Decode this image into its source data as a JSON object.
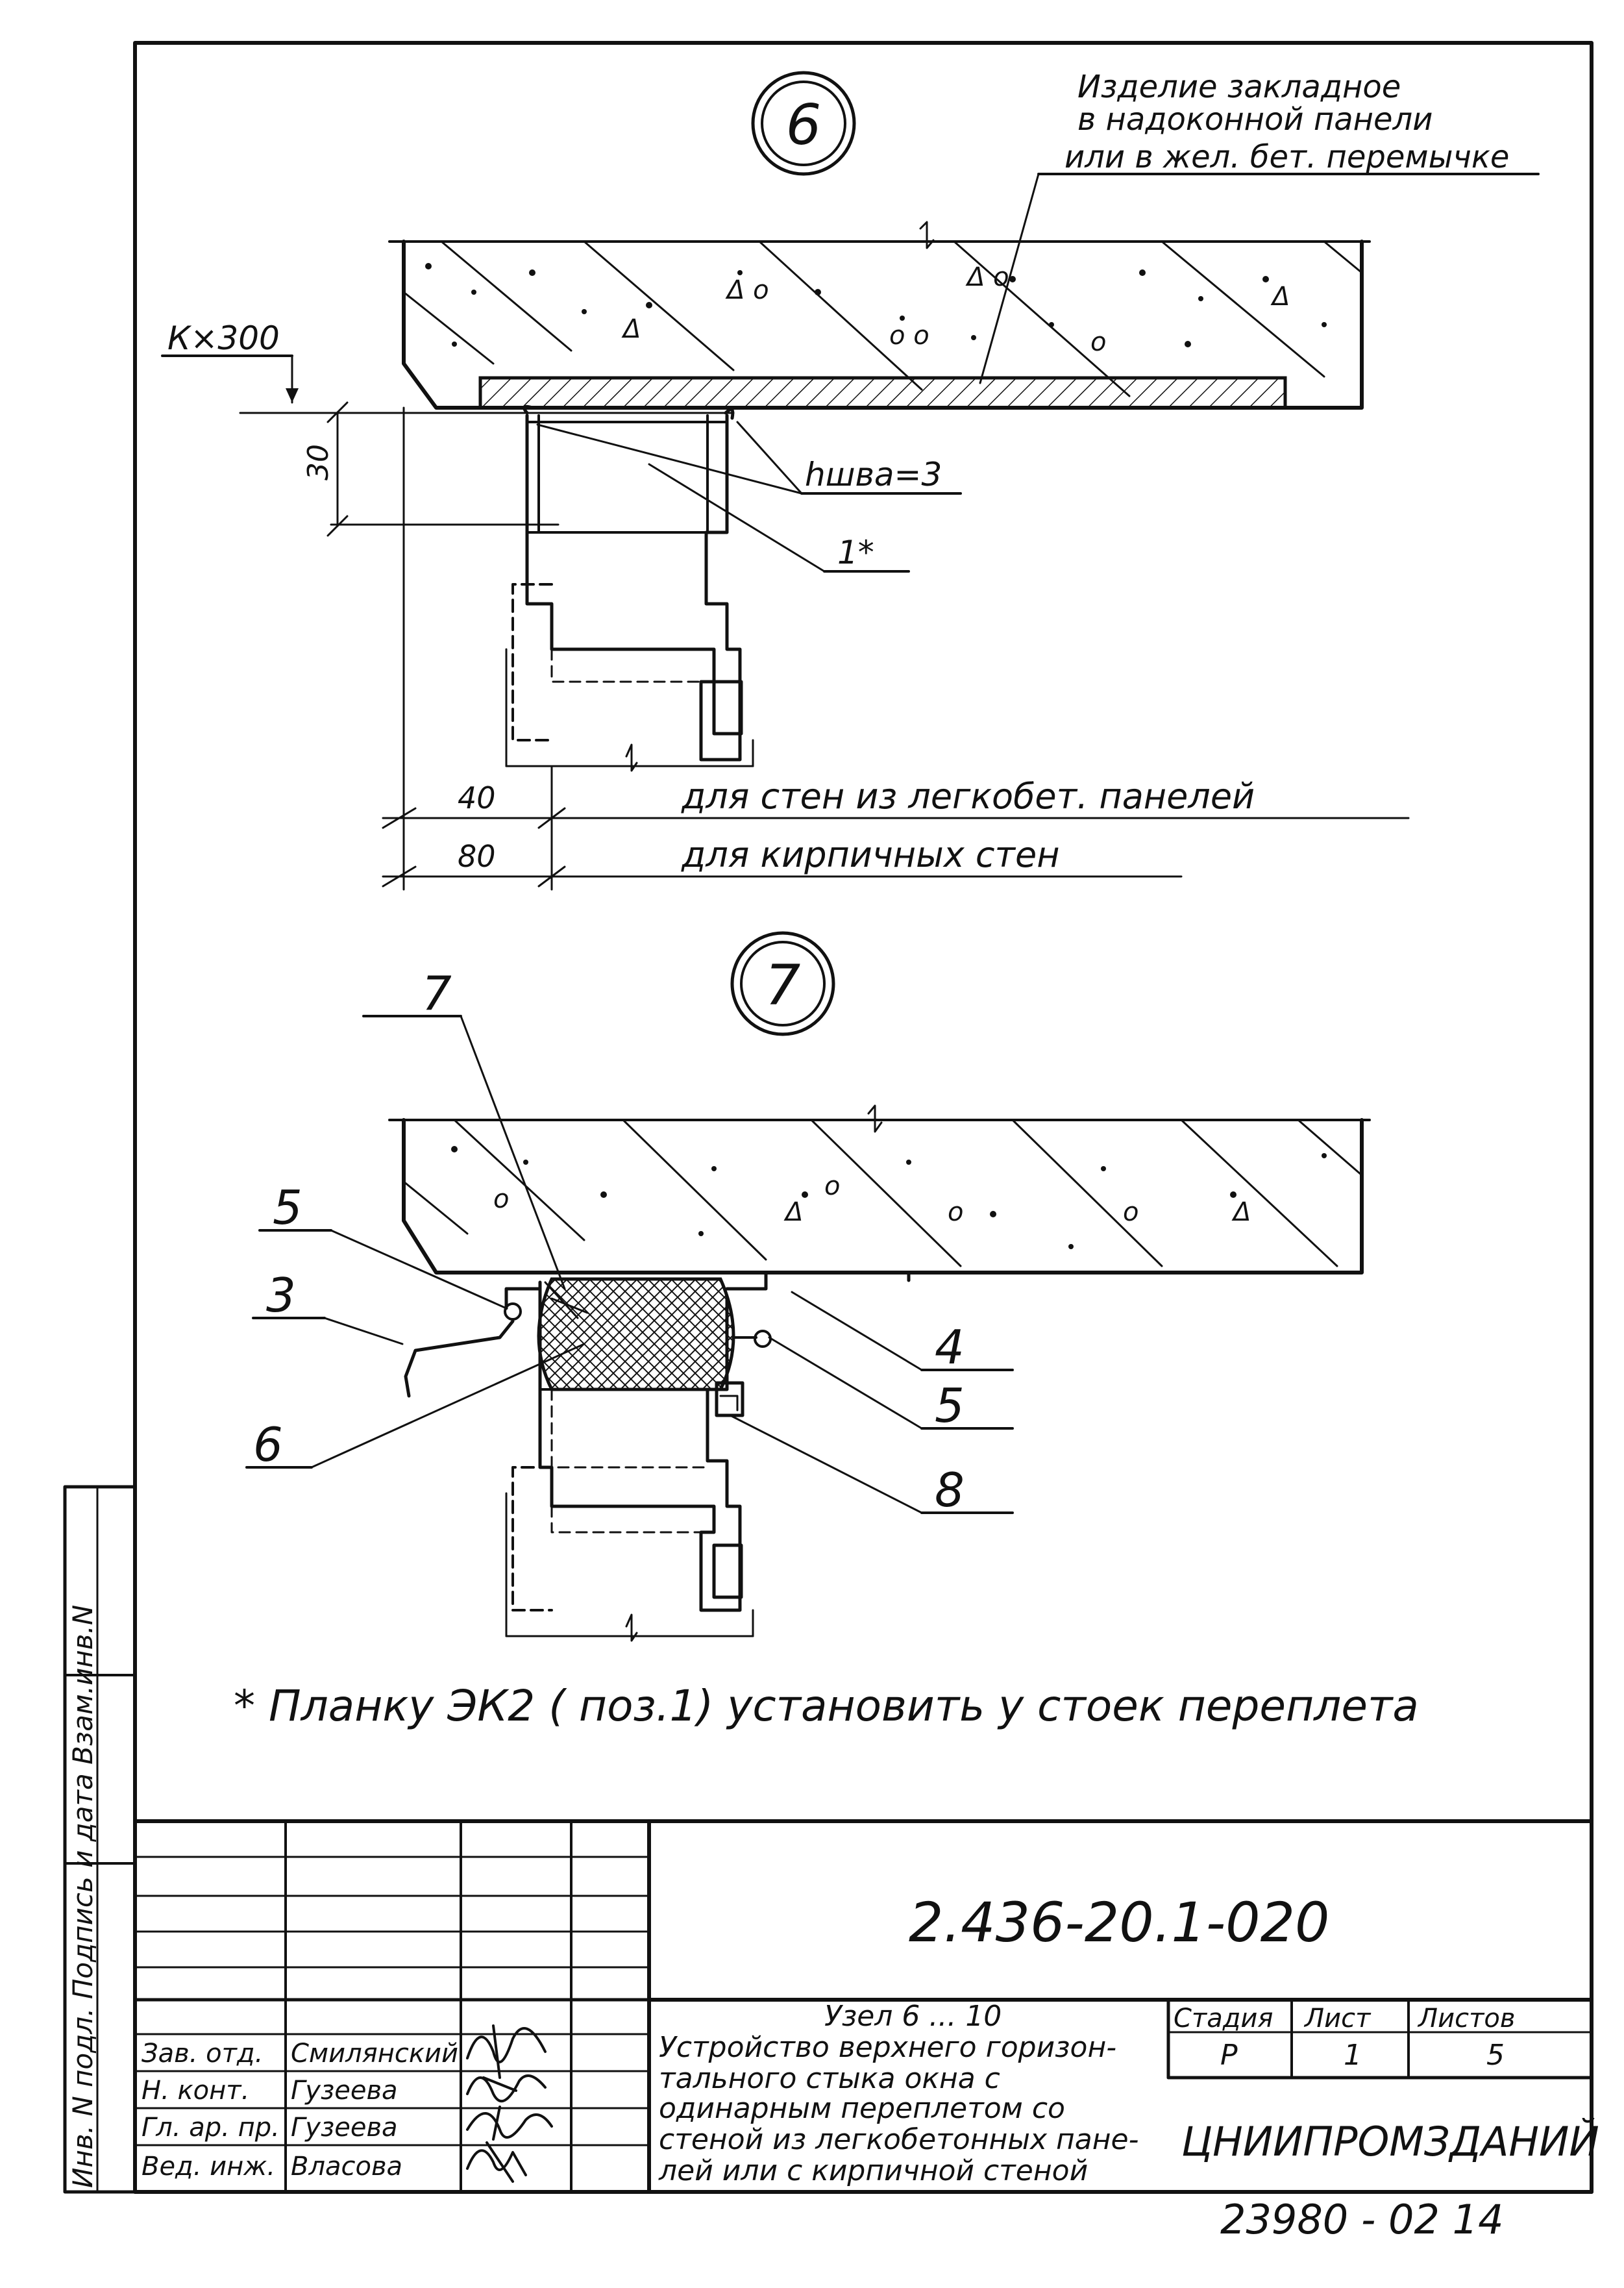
{
  "node6": {
    "number": "6",
    "embedded_label_1": "Изделие закладное",
    "embedded_label_2": "в надоконной панели",
    "embedded_label_3": "или в жел. бет. перемычке",
    "dim_k300": "К×300",
    "dim_30": "30",
    "weld_label": "hшва=3",
    "pos1_label": "1*",
    "dim_40": "40",
    "dim_80": "80",
    "note_light_concrete": "для   стен  из  легкобет. панелей",
    "note_brick": "для   кирпичных    стен"
  },
  "node7": {
    "number": "7",
    "callouts": [
      "7",
      "5",
      "3",
      "6",
      "4",
      "5",
      "8"
    ]
  },
  "footnote": "* Планку ЭК2 ( поз.1) установить  у  стоек   переплета",
  "side_stamp": "Инв. N подл.   Подпись и дата   Взам.инв.N",
  "title_block": {
    "drawing_code": "2.436-20.1-020",
    "title_line_1": "Узел 6 ... 10",
    "title_line_2": "Устройство верхнего горизон-",
    "title_line_3": "тального стыка окна с",
    "title_line_4": "одинарным переплетом со",
    "title_line_5": "стеной из легкобетонных пане-",
    "title_line_6": "лей или с кирпичной стеной",
    "headers": {
      "stage": "Стадия",
      "sheet": "Лист",
      "sheets": "Листов"
    },
    "values": {
      "stage": "Р",
      "sheet": "1",
      "sheets": "5"
    },
    "organization": "ЦНИИПРОМЗДАНИЙ",
    "signatures": [
      {
        "role": "Зав. отд.",
        "name": "Смилянский"
      },
      {
        "role": "Н. конт.",
        "name": "Гузеева"
      },
      {
        "role": "Гл. ар. пр.",
        "name": "Гузеева"
      },
      {
        "role": "Вед. инж.",
        "name": "Власова"
      }
    ],
    "archive_number": "23980 - 02   14"
  }
}
